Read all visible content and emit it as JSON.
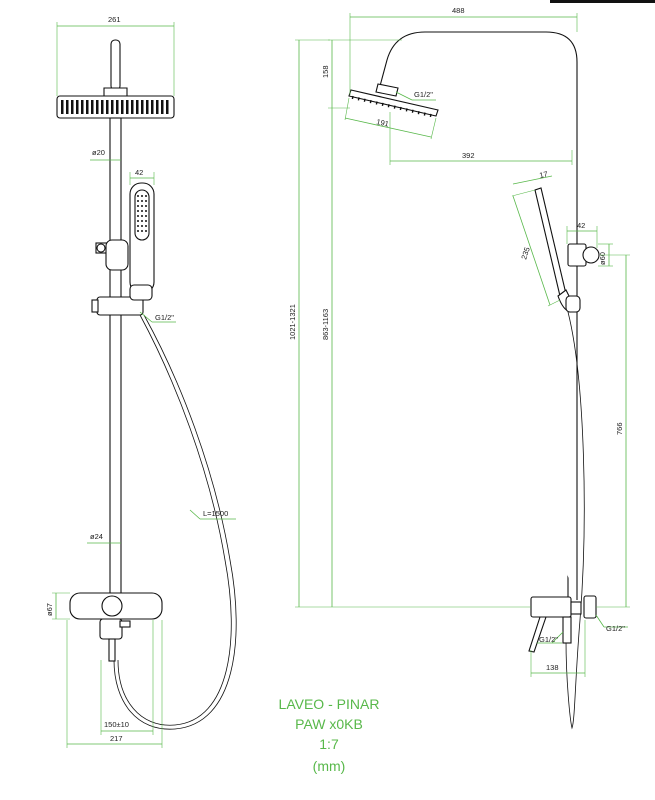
{
  "dimensions": {
    "front_width_head": "261",
    "pipe_diameter": "ø20",
    "hand_shower_width": "42",
    "thread_left": "G1/2\"",
    "hose_length": "L=1500",
    "mixer_pipe_diameter": "ø24",
    "mixer_height": "ø67",
    "spacing": "150±10",
    "mixer_width": "217",
    "side_total_width": "488",
    "head_drop": "158",
    "head_thread": "G1/2\"",
    "head_diameter": "191",
    "head_reach": "392",
    "hand_shower_top": "17",
    "hand_shower_length": "235",
    "holder_offset": "42",
    "holder_diameter": "ø60",
    "total_height": "1021-1321",
    "pipe_height": "863-1163",
    "holder_height": "766",
    "thread_mixer_left": "G1/2\"",
    "thread_mixer_right": "G1/2\"",
    "mixer_depth": "138"
  },
  "title_block": {
    "line1": "LAVEO - PINAR",
    "line2": "PAW x0KB",
    "line3": "1:7",
    "line4": "(mm)"
  },
  "colors": {
    "dimension_green": "#58b84a",
    "outline": "#111111"
  }
}
